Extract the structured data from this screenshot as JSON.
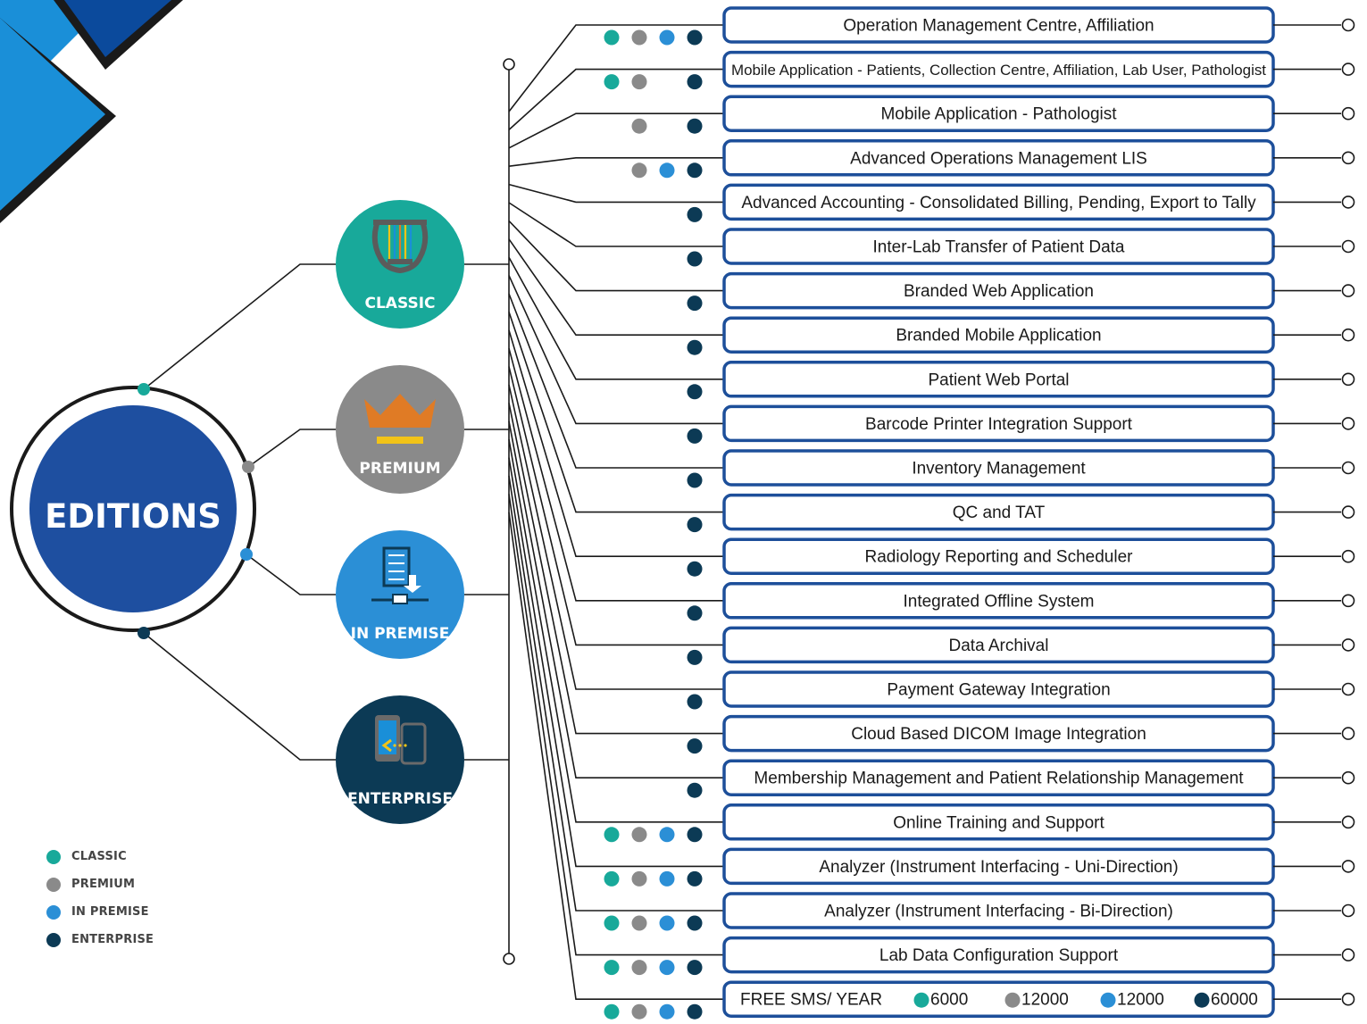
{
  "center": {
    "title": "EDITIONS"
  },
  "colors": {
    "classic": "#18a99a",
    "premium": "#8a8a8a",
    "in_premise": "#2b8fd6",
    "enterprise": "#0c3a55",
    "box_border": "#1d4f9a",
    "center_fill": "#1e4fa0",
    "deco_dark": "#0b4a9c",
    "deco_light": "#1a8fd8",
    "crown": "#e07b25",
    "crown_bar": "#f2c318"
  },
  "editions": [
    {
      "key": "classic",
      "label": "CLASSIC",
      "icon": "lyre-icon"
    },
    {
      "key": "premium",
      "label": "PREMIUM",
      "icon": "crown-icon"
    },
    {
      "key": "in_premise",
      "label": "IN PREMISE",
      "icon": "server-icon"
    },
    {
      "key": "enterprise",
      "label": "ENTERPRISE",
      "icon": "mobile-transfer-icon"
    }
  ],
  "legend": [
    {
      "key": "classic",
      "label": "CLASSIC"
    },
    {
      "key": "premium",
      "label": "PREMIUM"
    },
    {
      "key": "in_premise",
      "label": "IN PREMISE"
    },
    {
      "key": "enterprise",
      "label": "ENTERPRISE"
    }
  ],
  "features": [
    {
      "label": "Operation Management Centre, Affiliation",
      "editions": [
        "classic",
        "premium",
        "in_premise",
        "enterprise"
      ]
    },
    {
      "label": "Mobile Application - Patients, Collection Centre, Affiliation, Lab User, Pathologist",
      "editions": [
        "classic",
        "premium",
        "enterprise"
      ]
    },
    {
      "label": "Mobile Application - Pathologist",
      "editions": [
        "premium",
        "enterprise"
      ]
    },
    {
      "label": "Advanced Operations Management LIS",
      "editions": [
        "premium",
        "in_premise",
        "enterprise"
      ]
    },
    {
      "label": "Advanced Accounting - Consolidated Billing, Pending, Export to Tally",
      "editions": [
        "enterprise"
      ]
    },
    {
      "label": "Inter-Lab Transfer of Patient Data",
      "editions": [
        "enterprise"
      ]
    },
    {
      "label": "Branded Web Application",
      "editions": [
        "enterprise"
      ]
    },
    {
      "label": "Branded Mobile Application",
      "editions": [
        "enterprise"
      ]
    },
    {
      "label": "Patient Web Portal",
      "editions": [
        "enterprise"
      ]
    },
    {
      "label": "Barcode Printer Integration Support",
      "editions": [
        "enterprise"
      ]
    },
    {
      "label": "Inventory Management",
      "editions": [
        "enterprise"
      ]
    },
    {
      "label": "QC and TAT",
      "editions": [
        "enterprise"
      ]
    },
    {
      "label": "Radiology Reporting and Scheduler",
      "editions": [
        "enterprise"
      ]
    },
    {
      "label": "Integrated Offline System",
      "editions": [
        "enterprise"
      ]
    },
    {
      "label": "Data Archival",
      "editions": [
        "enterprise"
      ]
    },
    {
      "label": "Payment Gateway Integration",
      "editions": [
        "enterprise"
      ]
    },
    {
      "label": "Cloud Based DICOM Image Integration",
      "editions": [
        "enterprise"
      ]
    },
    {
      "label": "Membership Management and Patient Relationship Management",
      "editions": [
        "enterprise"
      ]
    },
    {
      "label": "Online Training and Support",
      "editions": [
        "classic",
        "premium",
        "in_premise",
        "enterprise"
      ]
    },
    {
      "label": "Analyzer (Instrument Interfacing - Uni-Direction)",
      "editions": [
        "classic",
        "premium",
        "in_premise",
        "enterprise"
      ]
    },
    {
      "label": "Analyzer (Instrument Interfacing - Bi-Direction)",
      "editions": [
        "classic",
        "premium",
        "in_premise",
        "enterprise"
      ]
    },
    {
      "label": "Lab Data Configuration Support",
      "editions": [
        "classic",
        "premium",
        "in_premise",
        "enterprise"
      ]
    }
  ],
  "sms": {
    "label": "FREE SMS/ YEAR",
    "editions": [
      "classic",
      "premium",
      "in_premise",
      "enterprise"
    ],
    "values": [
      {
        "key": "classic",
        "value": "6000"
      },
      {
        "key": "premium",
        "value": "12000"
      },
      {
        "key": "in_premise",
        "value": "12000"
      },
      {
        "key": "enterprise",
        "value": "60000"
      }
    ]
  }
}
